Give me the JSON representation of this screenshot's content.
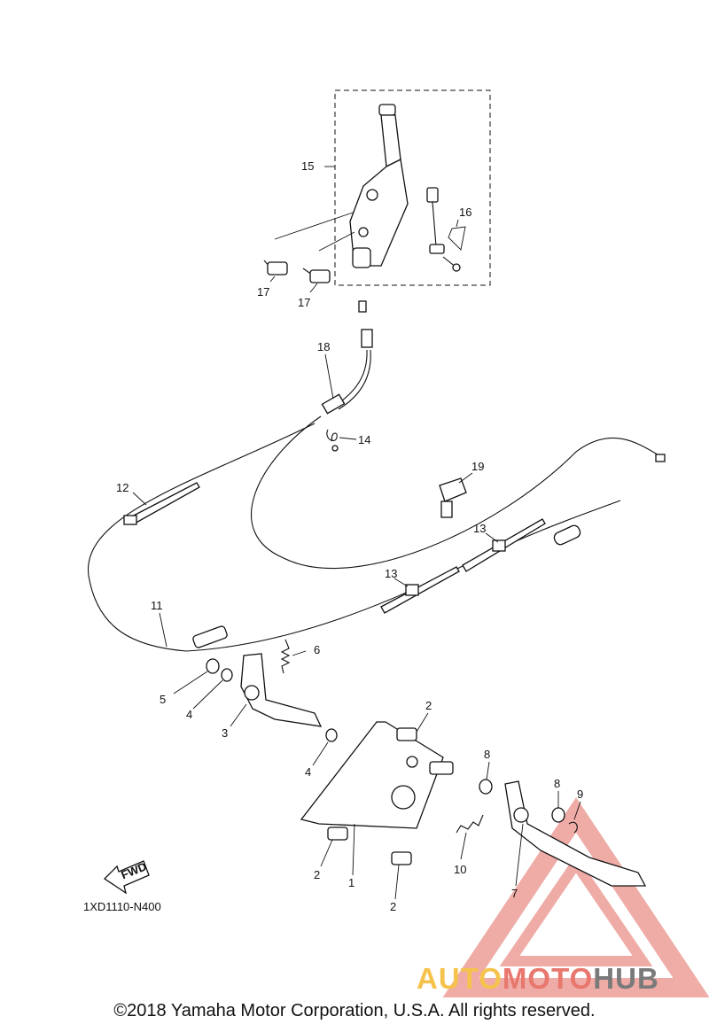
{
  "callouts": {
    "c1": "1",
    "c2a": "2",
    "c2b": "2",
    "c2c": "2",
    "c3": "3",
    "c4a": "4",
    "c4b": "4",
    "c5": "5",
    "c6": "6",
    "c7": "7",
    "c8a": "8",
    "c8b": "8",
    "c9": "9",
    "c10": "10",
    "c11": "11",
    "c12": "12",
    "c13a": "13",
    "c13b": "13",
    "c14": "14",
    "c15": "15",
    "c16": "16",
    "c17a": "17",
    "c17b": "17",
    "c18": "18",
    "c19": "19"
  },
  "fwd_label": "FWD",
  "diagram_code": "1XD1110-N400",
  "copyright": "©2018 Yamaha Motor Corporation, U.S.A. All rights reserved.",
  "watermark": {
    "word_1": "AUTO",
    "word_2": "MOTO",
    "word_3": "HUB",
    "color_1": "#f5c24b",
    "color_2": "#e8786e",
    "color_3": "#7a7a7a"
  }
}
